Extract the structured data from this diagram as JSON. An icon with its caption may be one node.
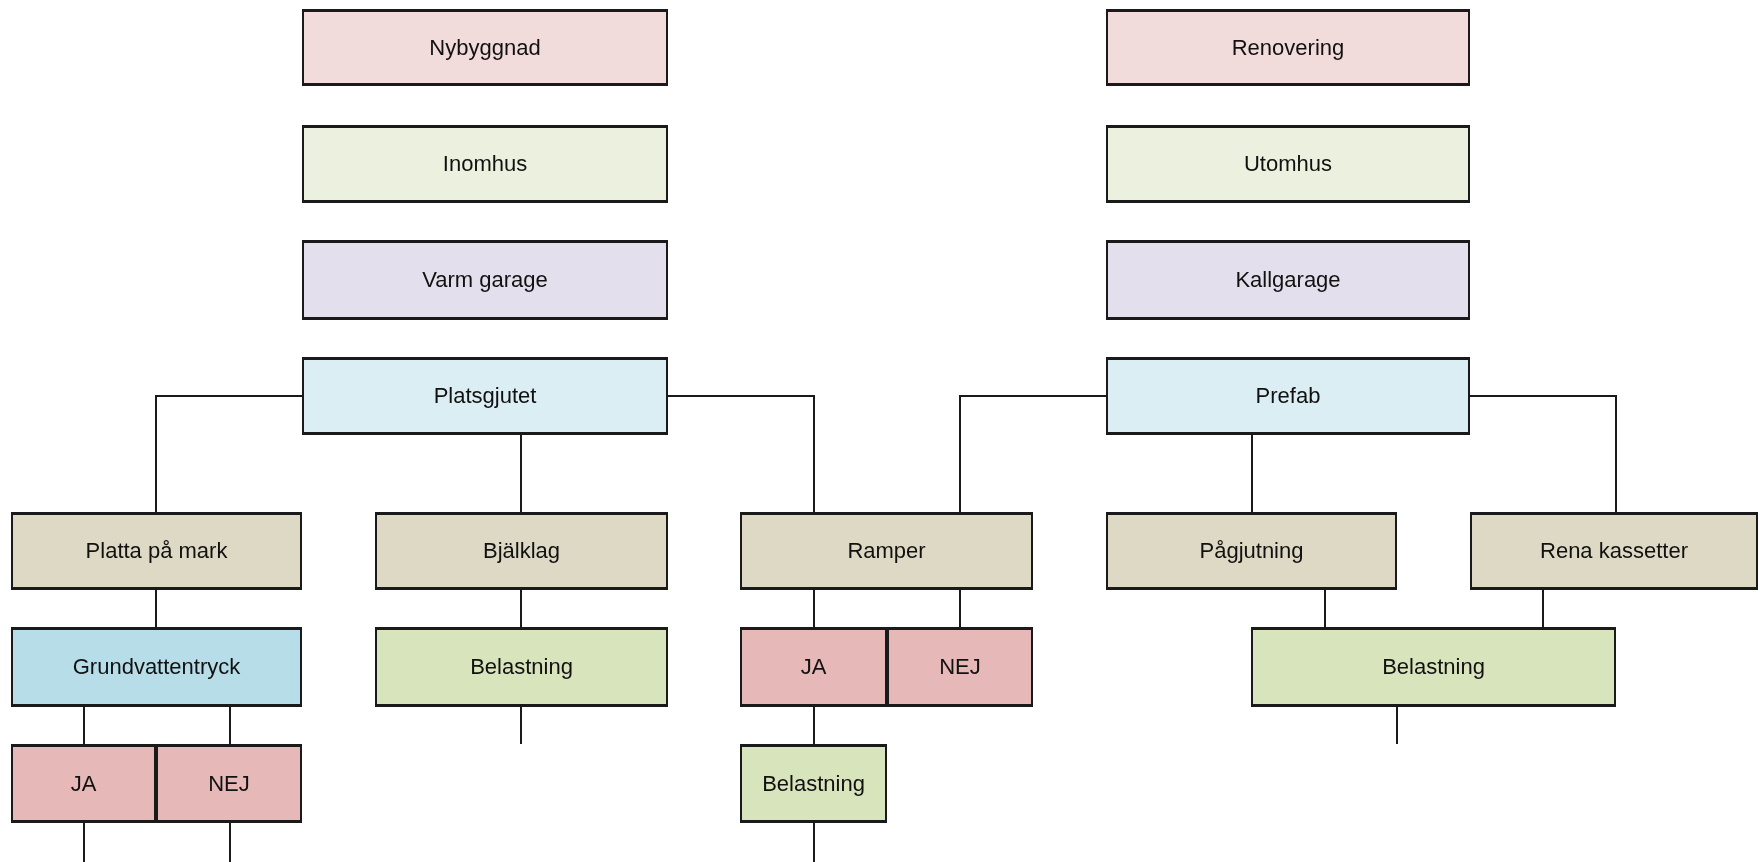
{
  "diagram": {
    "nodes": [
      {
        "text": [
          "Nybyggnad"
        ]
      },
      {
        "text": [
          "Renovering"
        ]
      },
      {
        "text": [
          "Inomhus"
        ]
      },
      {
        "text": [
          "Utomhus"
        ]
      },
      {
        "text": [
          "Varm garage"
        ]
      },
      {
        "text": [
          "Kallgarage"
        ]
      },
      {
        "text": [
          "Platsgjutet"
        ]
      },
      {
        "text": [
          "Prefab"
        ]
      },
      {
        "text": [
          "Platta på mark"
        ]
      },
      {
        "text": [
          "Bjälklag"
        ]
      },
      {
        "text": [
          "Ramper"
        ]
      },
      {
        "text": [
          "Pågjutning"
        ]
      },
      {
        "text": [
          "Rena kassetter"
        ]
      },
      {
        "text": [
          "Grundvattentryck"
        ]
      },
      {
        "text": [
          "Belastning"
        ]
      },
      {
        "text": [
          "JA"
        ]
      },
      {
        "text": [
          "NEJ"
        ]
      },
      {
        "text": [
          "Belastning"
        ]
      },
      {
        "text": [
          "JA"
        ]
      },
      {
        "text": [
          "NEJ"
        ]
      },
      {
        "text": [
          "Belastning"
        ]
      }
    ],
    "edges": [
      {
        "from": 6,
        "to": 8,
        "arrow": "none"
      },
      {
        "from": 6,
        "to": 9,
        "arrow": "none"
      },
      {
        "from": 6,
        "to": 10,
        "arrow": "none"
      },
      {
        "from": 7,
        "to": 10,
        "arrow": "none"
      },
      {
        "from": 7,
        "to": 11,
        "arrow": "none"
      },
      {
        "from": 7,
        "to": 12,
        "arrow": "none"
      },
      {
        "from": 8,
        "to": 13,
        "arrow": "none"
      },
      {
        "from": 9,
        "to": 14,
        "arrow": "none"
      },
      {
        "from": 10,
        "to": 15,
        "arrow": "none"
      },
      {
        "from": 10,
        "to": 16,
        "arrow": "none"
      },
      {
        "from": 11,
        "to": 17,
        "arrow": "none"
      },
      {
        "from": 12,
        "to": 17,
        "arrow": "none"
      },
      {
        "from": 13,
        "to": 18,
        "arrow": "none"
      },
      {
        "from": 13,
        "to": 19,
        "arrow": "none"
      },
      {
        "from": 14,
        "to": null,
        "arrow": "none"
      },
      {
        "from": 17,
        "to": null,
        "arrow": "none"
      },
      {
        "from": 15,
        "to": 20,
        "arrow": "none"
      },
      {
        "from": 18,
        "to": null,
        "arrow": "none"
      },
      {
        "from": 19,
        "to": null,
        "arrow": "none"
      },
      {
        "from": 20,
        "to": null,
        "arrow": "none"
      }
    ]
  }
}
